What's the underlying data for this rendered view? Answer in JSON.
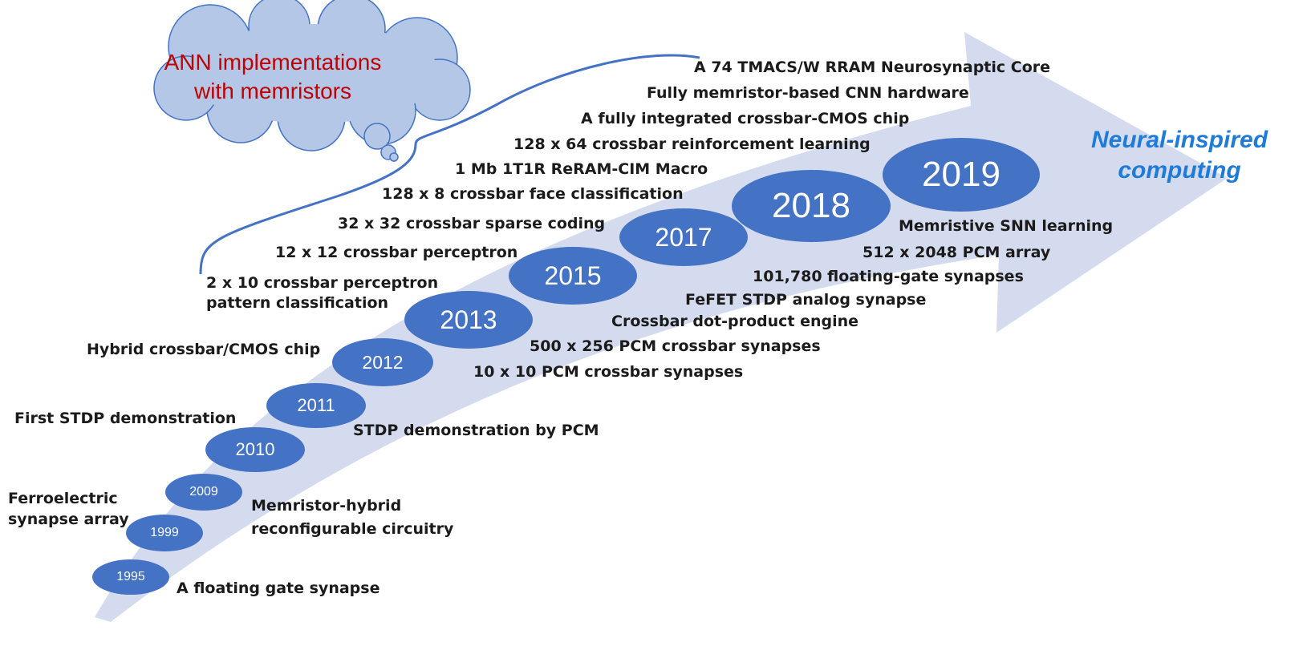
{
  "cloud": {
    "line1": "ANN implementations",
    "line2": "with memristors"
  },
  "destination": {
    "line1": "Neural-inspired",
    "line2": "computing"
  },
  "colors": {
    "arrow": "#d5dbef",
    "bubble": "#4472c4",
    "cloud_fill": "#b4c7e7",
    "cloud_text": "#c00000",
    "destination_text": "#1f7bd8",
    "bracket": "#4472c4"
  },
  "years": [
    "1995",
    "1999",
    "2009",
    "2010",
    "2011",
    "2012",
    "2013",
    "2015",
    "2017",
    "2018",
    "2019"
  ],
  "milestones": {
    "m1995": "A floating gate synapse",
    "m1999_a": "Ferroelectric",
    "m1999_b": "synapse array",
    "m2009_a": "Memristor-hybrid",
    "m2009_b": "reconfigurable circuitry",
    "m2010": "First STDP demonstration",
    "m2011": "STDP demonstration by PCM",
    "m2012_a": "Hybrid crossbar/CMOS chip",
    "m2012_b": "10 x 10 PCM crossbar synapses",
    "m2013": "500 x 256 PCM crossbar synapses",
    "m2015_a": "Crossbar dot-product engine",
    "m2015_b": "FeFET STDP analog synapse",
    "m2018_a": "101,780 floating-gate synapses",
    "m2018_b": "512 x 2048 PCM array",
    "m2019": "Memristive SNN learning"
  },
  "ann": [
    "A 74 TMACS/W RRAM Neurosynaptic Core",
    "Fully memristor-based CNN hardware",
    "A fully integrated crossbar-CMOS chip",
    "128 x 64 crossbar reinforcement learning",
    "1 Mb 1T1R ReRAM-CIM Macro",
    "128 x 8 crossbar face classification",
    "32 x 32 crossbar sparse coding",
    "12 x 12 crossbar perceptron",
    "2 x 10 crossbar perceptron",
    "pattern classification"
  ]
}
